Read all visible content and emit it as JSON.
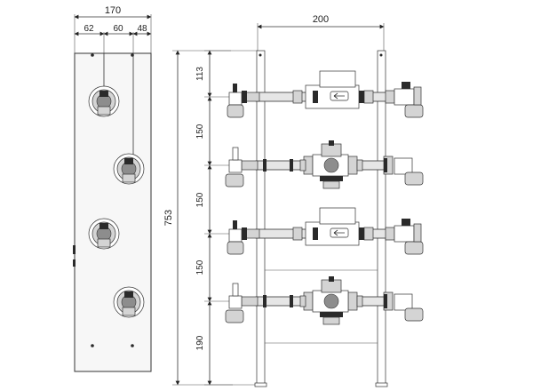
{
  "dimensions": {
    "total_width": "170",
    "width_segments": [
      "62",
      "60",
      "48"
    ],
    "frame_width": "200",
    "height_total": "753",
    "vertical_spacings": [
      "113",
      "150",
      "150",
      "150",
      "190"
    ]
  },
  "colors": {
    "stroke": "#333333",
    "panel_fill": "#f7f7f7",
    "pipe_fill": "#e6e6e6",
    "dark_part": "#2a2a2a"
  }
}
